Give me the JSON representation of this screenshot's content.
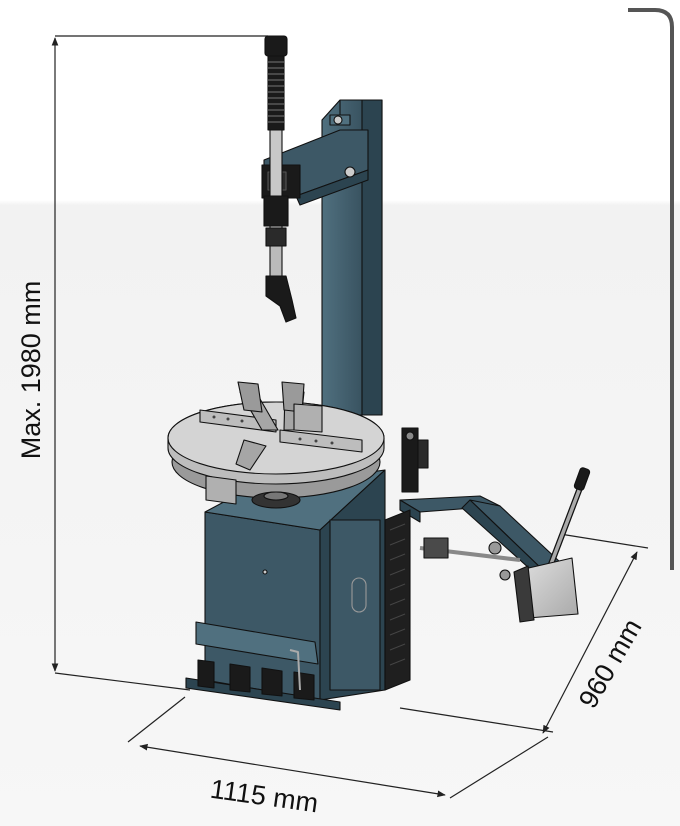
{
  "dimensions": {
    "height": "Max. 1980 mm",
    "width": "1115 mm",
    "depth": "960 mm"
  },
  "colors": {
    "body": "#3d5866",
    "body_dark": "#2c4450",
    "body_light": "#50707f",
    "table": "#cfcfcf",
    "metal": "#b9b9b9",
    "black": "#1a1a1a",
    "dimension_line": "#222222",
    "side_bracket": "#555555"
  }
}
